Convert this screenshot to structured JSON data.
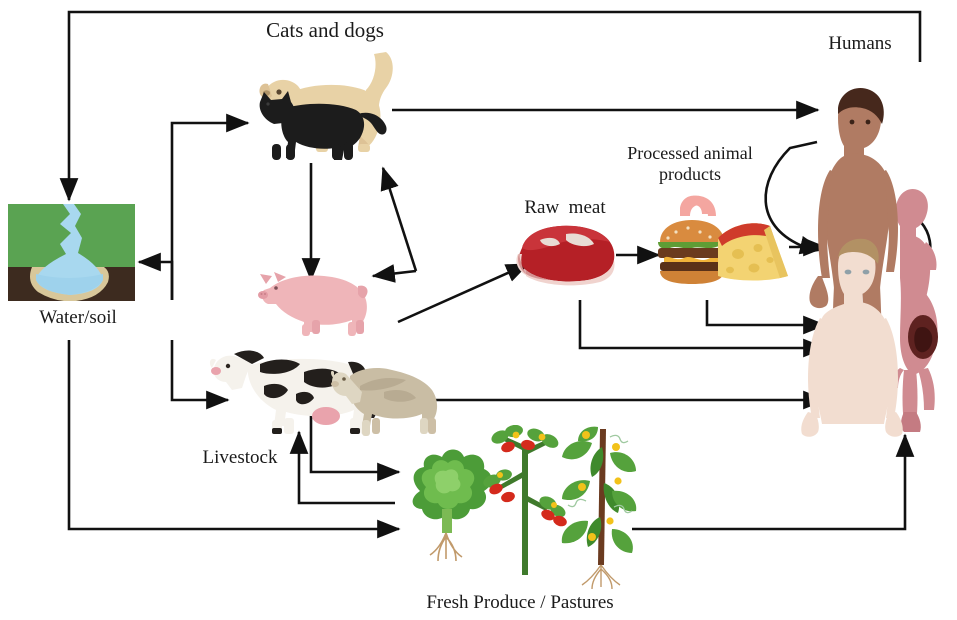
{
  "figure": {
    "title": "Transmission routes diagram",
    "background": "#ffffff",
    "arrow_color": "#111111"
  },
  "labels": {
    "cats_and_dogs": "Cats and dogs",
    "humans": "Humans",
    "processed_animal_products": "Processed animal\nproducts",
    "raw_meat": "Raw  meat",
    "water_soil": "Water/soil",
    "livestock": "Livestock",
    "fresh_produce": "Fresh Produce / Pastures"
  },
  "nodes": [
    {
      "id": "water-soil",
      "label": "Water/soil",
      "icon": "water-soil-icon",
      "colors": {
        "grass": "#5aa352",
        "soil": "#3d2b1f",
        "water": "#a8d8ef",
        "sand": "#d8c79a"
      }
    },
    {
      "id": "cats-and-dogs",
      "label": "Cats and dogs",
      "icon": "cat-and-dog-icon",
      "colors": {
        "dog": "#e8d2a6",
        "cat": "#1c1c1c"
      }
    },
    {
      "id": "livestock-pig",
      "label": "Pig",
      "icon": "pig-icon",
      "colors": {
        "body": "#efb5b9"
      }
    },
    {
      "id": "livestock-cow",
      "label": "Cow",
      "icon": "cow-icon",
      "colors": {
        "body": "#f5f2ec",
        "patches": "#231f1c",
        "udder": "#e9a3ac"
      }
    },
    {
      "id": "livestock-sheep",
      "label": "Sheep",
      "icon": "sheep-icon",
      "colors": {
        "body": "#c9bda4"
      }
    },
    {
      "id": "raw-meat",
      "label": "Raw  meat",
      "icon": "raw-meat-icon",
      "colors": {
        "meat": "#b52026",
        "fat": "#f0d3ce"
      }
    },
    {
      "id": "processed-animal-products",
      "label": "Processed animal products",
      "icon": "burger-cheese-sausage-icon",
      "colors": {
        "bun": "#d98b3f",
        "cheese": "#f3d372",
        "rind": "#cf3b2b",
        "sausage": "#f4a6a0"
      }
    },
    {
      "id": "humans",
      "label": "Humans",
      "icon": "human-figures-icon",
      "colors": {
        "woman": "#b07b63",
        "pregnant": "#d08b91",
        "man": "#f2ddd0"
      }
    },
    {
      "id": "fresh-produce",
      "label": "Fresh Produce / Pastures",
      "icon": "plants-icon",
      "colors": {
        "lettuce": "#3f8a32",
        "tomato": "#cf2020",
        "vine": "#4b9a3c",
        "flower": "#f2c21a"
      }
    }
  ],
  "edges": [
    {
      "id": "humans-to-water",
      "from": "humans",
      "to": "water-soil",
      "path": "top-loop-left"
    },
    {
      "id": "catsdogs-to-humans",
      "from": "cats-and-dogs",
      "to": "humans",
      "path": "horizontal-top"
    },
    {
      "id": "water-to-catsdogs",
      "from": "water-soil",
      "to": "cats-and-dogs",
      "path": "elbow-up"
    },
    {
      "id": "catsdogs-to-water",
      "from": "cats-and-dogs",
      "to": "water-soil",
      "path": "elbow-down"
    },
    {
      "id": "catsdogs-to-pig",
      "from": "cats-and-dogs",
      "to": "livestock",
      "path": "vertical"
    },
    {
      "id": "rawmeat-to-catsdogs",
      "from": "raw-meat",
      "to": "cats-and-dogs",
      "path": "fork-up"
    },
    {
      "id": "rawmeat-to-pig",
      "from": "raw-meat",
      "to": "livestock-pig",
      "path": "fork-down"
    },
    {
      "id": "livestock-to-rawmeat",
      "from": "livestock",
      "to": "raw-meat",
      "path": "diagonal-up"
    },
    {
      "id": "rawmeat-to-processed",
      "from": "raw-meat",
      "to": "processed-animal-products",
      "path": "horizontal"
    },
    {
      "id": "processed-to-humans",
      "from": "processed-animal-products",
      "to": "humans",
      "path": "horizontal-short"
    },
    {
      "id": "humans-self-loop-upper",
      "from": "humans",
      "to": "humans",
      "path": "loop-left"
    },
    {
      "id": "humans-self-loop-lower",
      "from": "humans",
      "to": "humans",
      "path": "loop-right"
    },
    {
      "id": "livestock-to-humans",
      "from": "livestock",
      "to": "humans",
      "path": "horizontal-mid"
    },
    {
      "id": "rawmeat-to-humans",
      "from": "raw-meat",
      "to": "humans",
      "path": "elbow-right-upper"
    },
    {
      "id": "processed-to-humans-2",
      "from": "processed-animal-products",
      "to": "humans",
      "path": "elbow-right-lower"
    },
    {
      "id": "water-to-livestock",
      "from": "water-soil",
      "to": "livestock",
      "path": "elbow-right"
    },
    {
      "id": "produce-to-livestock",
      "from": "fresh-produce",
      "to": "livestock",
      "path": "elbow-up-left"
    },
    {
      "id": "livestock-to-produce",
      "from": "livestock",
      "to": "fresh-produce",
      "path": "elbow-down-right"
    },
    {
      "id": "water-to-produce",
      "from": "water-soil",
      "to": "fresh-produce",
      "path": "bottom-elbow"
    },
    {
      "id": "produce-to-humans",
      "from": "fresh-produce",
      "to": "humans",
      "path": "bottom-right-elbow"
    }
  ]
}
